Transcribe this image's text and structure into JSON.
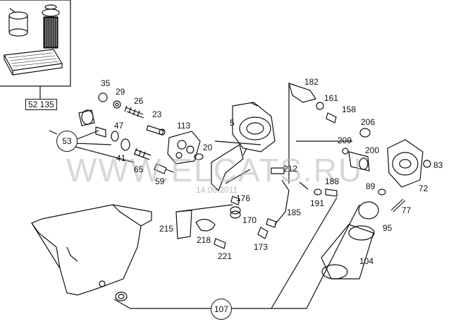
{
  "watermark": {
    "site": "WWW.ELCATS.RU",
    "date": "14.06.2011"
  },
  "inset": {
    "ref_label": "52 135"
  },
  "callouts": {
    "c53": "53",
    "c107": "107"
  },
  "parts": {
    "p35": "35",
    "p29": "29",
    "p26": "26",
    "p23": "23",
    "p47": "47",
    "p41": "41",
    "p65": "65",
    "p59": "59",
    "p113": "113",
    "p20": "20",
    "p5": "5",
    "p182": "182",
    "p161": "161",
    "p158": "158",
    "p206": "206",
    "p209": "209",
    "p200": "200",
    "p83": "83",
    "p72": "72",
    "p89": "89",
    "p77": "77",
    "p95": "95",
    "p188": "188",
    "p191": "191",
    "p212": "212",
    "p176": "176",
    "p185": "185",
    "p170": "170",
    "p173": "173",
    "p215": "215",
    "p218": "218",
    "p221": "221",
    "p104": "104"
  }
}
